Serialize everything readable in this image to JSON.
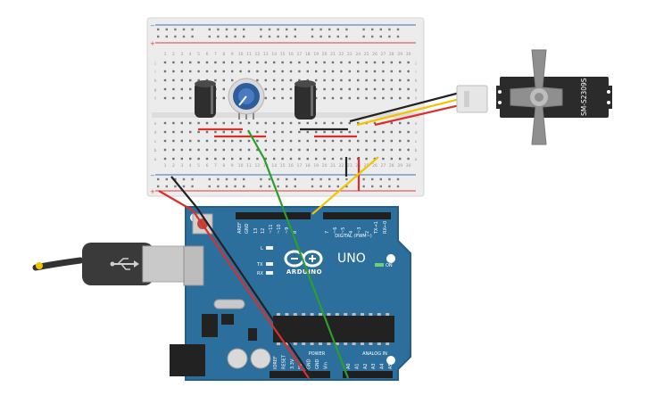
{
  "colors": {
    "board_blue": "#2c6e9c",
    "board_edge": "#245d86",
    "breadboard": "#ececec",
    "rail_red": "#e03c3c",
    "rail_blue": "#3a6fb5",
    "wire_red": "#d9302c",
    "wire_black": "#222222",
    "wire_green": "#2aa02a",
    "wire_yellow": "#f2c400",
    "servo_body": "#2b2b2b",
    "servo_horn": "#8f8f8f",
    "pot_knob": "#2e5d9e",
    "cap_body": "#2e2e2e",
    "usb_cable": "#333333"
  },
  "breadboard": {
    "rail_plus": "+",
    "rail_minus": "−",
    "row_letters_top": [
      "j",
      "i",
      "h",
      "g",
      "f"
    ],
    "row_letters_bottom": [
      "e",
      "d",
      "c",
      "b",
      "a"
    ],
    "column_numbers": [
      "1",
      "2",
      "3",
      "4",
      "5",
      "6",
      "7",
      "8",
      "9",
      "10",
      "11",
      "12",
      "13",
      "14",
      "15",
      "16",
      "17",
      "18",
      "19",
      "20",
      "21",
      "22",
      "23",
      "24",
      "25",
      "26",
      "27",
      "28",
      "29",
      "30"
    ]
  },
  "servo": {
    "model_label": "SM-S2309S",
    "icon": "servo-motor-icon"
  },
  "arduino": {
    "brand": "ARDUINO",
    "model": "UNO",
    "digital_header": "DIGITAL (PWM~)",
    "analog_header": "ANALOG IN",
    "power_header": "POWER",
    "on_led": "ON",
    "led_l": "L",
    "led_tx": "TX",
    "led_rx": "RX",
    "logo_icon": "infinity-logo-icon",
    "usb_icon": "usb-icon",
    "top_pins": [
      "AREF",
      "GND",
      "13",
      "12",
      "~11",
      "~10",
      "~9",
      "8",
      "7",
      "~6",
      "~5",
      "4",
      "~3",
      "2",
      "TX→1",
      "RX←0"
    ],
    "power_pins": [
      "IOREF",
      "RESET",
      "3.3V",
      "5V",
      "GND",
      "GND",
      "Vin"
    ],
    "analog_pins": [
      "A0",
      "A1",
      "A2",
      "A3",
      "A4",
      "A5"
    ]
  },
  "components": {
    "potentiometer_icon": "potentiometer-icon",
    "capacitor_icon": "capacitor-icon"
  }
}
